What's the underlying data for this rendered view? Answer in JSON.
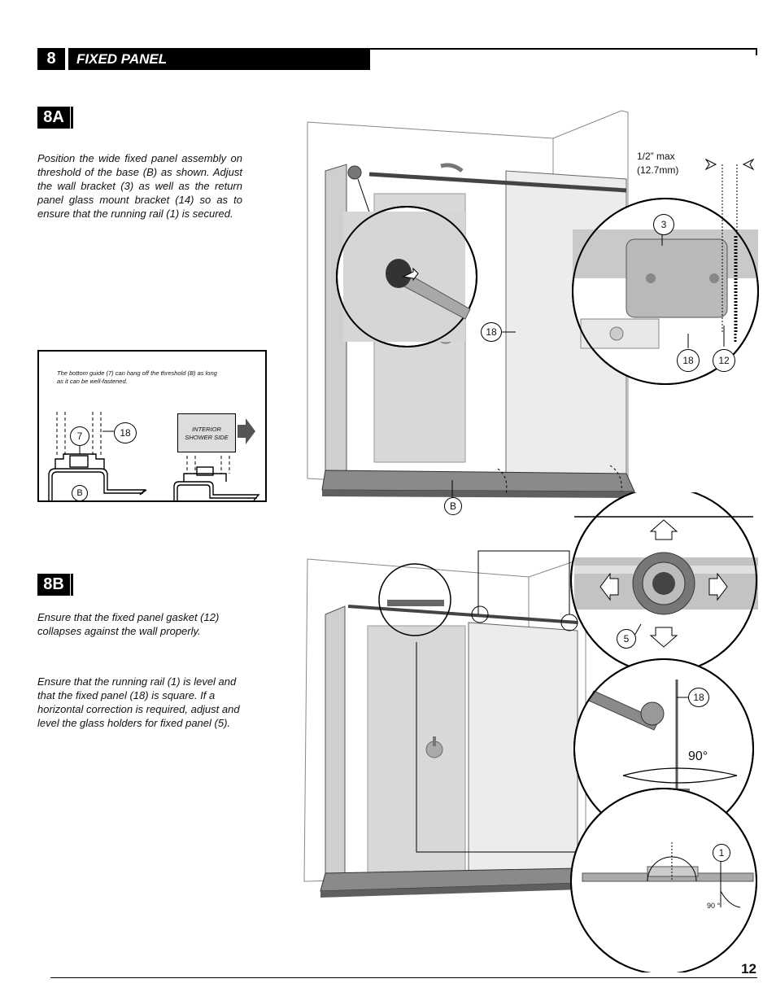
{
  "section": {
    "number": "8",
    "title": "FIXED PANEL"
  },
  "step_a": {
    "label": "8A",
    "text": "Position the wide fixed panel assembly on threshold of the base (B) as shown. Adjust the wall bracket (3) as well as the return panel glass mount bracket (14) so as to ensure that the running rail (1) is secured.",
    "inset_note": "The bottom guide (7) can hang off the threshold (B) as long as it can be well-fastened.",
    "inset_box": "INTERIOR SHOWER SIDE",
    "callouts": {
      "guide": "7",
      "panel": "18",
      "base": "B",
      "bracket": "3",
      "gasket": "12"
    },
    "dimension_line1": "1/2” max",
    "dimension_line2": "(12.7mm)"
  },
  "step_b": {
    "label": "8B",
    "text1": "Ensure that the fixed panel gasket (12) collapses  against the wall properly.",
    "text2": "Ensure that the running rail (1) is level and that the fixed panel (18) is square. If a horizontal correction is required, adjust and level the glass holders for fixed panel (5).",
    "callouts": {
      "holder": "5",
      "panel": "18",
      "rail": "1"
    },
    "angle_large": "90°",
    "angle_small": "90 °"
  },
  "page_number": "12"
}
